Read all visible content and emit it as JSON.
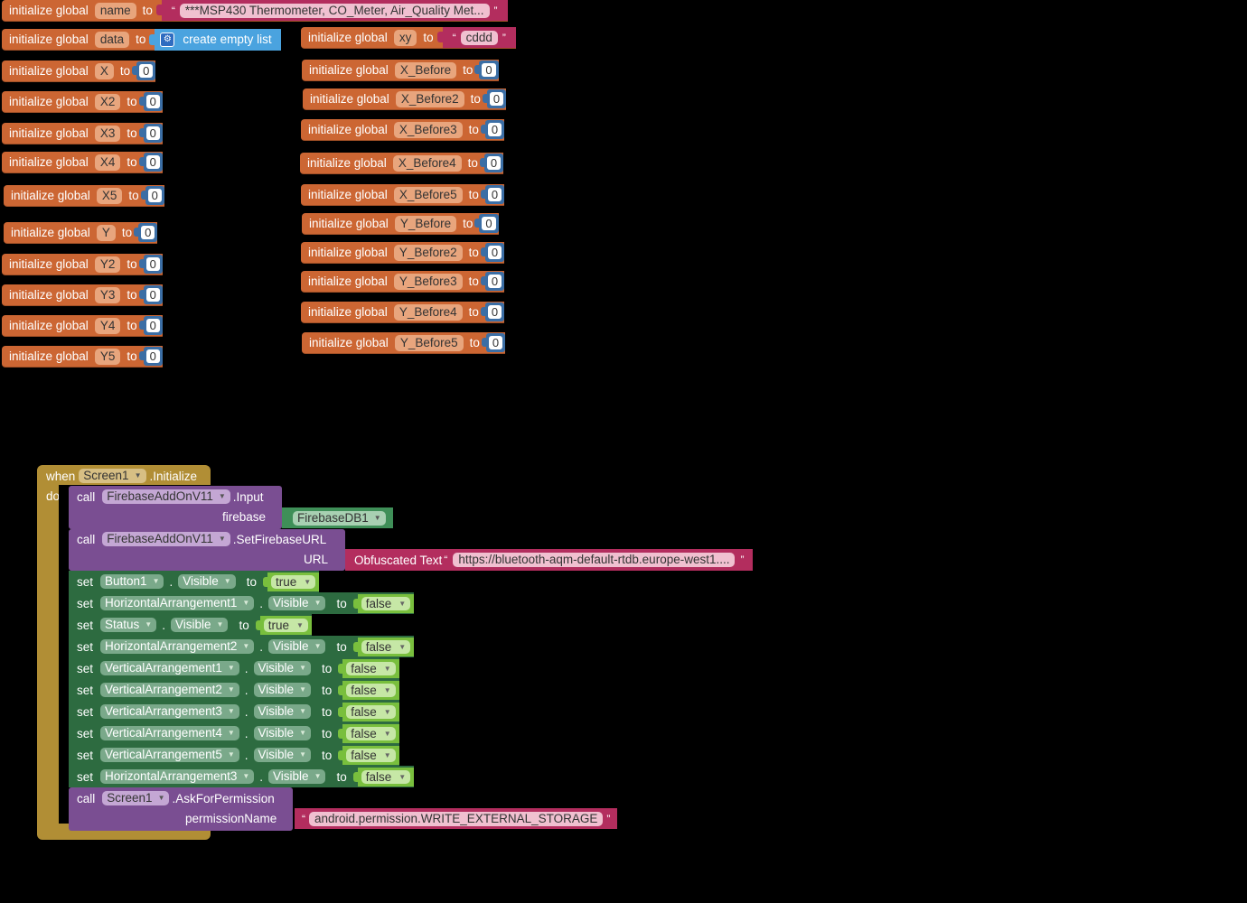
{
  "globals_left": [
    {
      "name": "name",
      "type": "string",
      "value": "***MSP430 Thermometer, CO_Meter, Air_Quality Met..."
    },
    {
      "name": "data",
      "type": "list",
      "value": "create empty list"
    },
    {
      "name": "X",
      "type": "number",
      "value": "0"
    },
    {
      "name": "X2",
      "type": "number",
      "value": "0"
    },
    {
      "name": "X3",
      "type": "number",
      "value": "0"
    },
    {
      "name": "X4",
      "type": "number",
      "value": "0"
    },
    {
      "name": "X5",
      "type": "number",
      "value": "0"
    },
    {
      "name": "Y",
      "type": "number",
      "value": "0"
    },
    {
      "name": "Y2",
      "type": "number",
      "value": "0"
    },
    {
      "name": "Y3",
      "type": "number",
      "value": "0"
    },
    {
      "name": "Y4",
      "type": "number",
      "value": "0"
    },
    {
      "name": "Y5",
      "type": "number",
      "value": "0"
    }
  ],
  "globals_right": [
    {
      "name": "xy",
      "type": "string",
      "value": "cddd"
    },
    {
      "name": "X_Before",
      "type": "number",
      "value": "0"
    },
    {
      "name": "X_Before2",
      "type": "number",
      "value": "0"
    },
    {
      "name": "X_Before3",
      "type": "number",
      "value": "0"
    },
    {
      "name": "X_Before4",
      "type": "number",
      "value": "0"
    },
    {
      "name": "X_Before5",
      "type": "number",
      "value": "0"
    },
    {
      "name": "Y_Before",
      "type": "number",
      "value": "0"
    },
    {
      "name": "Y_Before2",
      "type": "number",
      "value": "0"
    },
    {
      "name": "Y_Before3",
      "type": "number",
      "value": "0"
    },
    {
      "name": "Y_Before4",
      "type": "number",
      "value": "0"
    },
    {
      "name": "Y_Before5",
      "type": "number",
      "value": "0"
    }
  ],
  "labels": {
    "init": "initialize global",
    "to": "to",
    "when": "when",
    "do": "do",
    "call": "call",
    "set": "set",
    "dot": ".",
    "quote_open": "“",
    "quote_close": "”"
  },
  "event": {
    "component": "Screen1",
    "event_name": ".Initialize",
    "call1": {
      "component": "FirebaseAddOnV11",
      "method": ".Input",
      "arg_label": "firebase",
      "arg_value": "FirebaseDB1"
    },
    "call2": {
      "component": "FirebaseAddOnV11",
      "method": ".SetFirebaseURL",
      "arg_label": "URL",
      "arg_block": "Obfuscated Text",
      "arg_value": "https://bluetooth-aqm-default-rtdb.europe-west1...."
    },
    "sets": [
      {
        "component": "Button1",
        "property": "Visible",
        "value": "true"
      },
      {
        "component": "HorizontalArrangement1",
        "property": "Visible",
        "value": "false"
      },
      {
        "component": "Status",
        "property": "Visible",
        "value": "true"
      },
      {
        "component": "HorizontalArrangement2",
        "property": "Visible",
        "value": "false"
      },
      {
        "component": "VerticalArrangement1",
        "property": "Visible",
        "value": "false"
      },
      {
        "component": "VerticalArrangement2",
        "property": "Visible",
        "value": "false"
      },
      {
        "component": "VerticalArrangement3",
        "property": "Visible",
        "value": "false"
      },
      {
        "component": "VerticalArrangement4",
        "property": "Visible",
        "value": "false"
      },
      {
        "component": "VerticalArrangement5",
        "property": "Visible",
        "value": "false"
      },
      {
        "component": "HorizontalArrangement3",
        "property": "Visible",
        "value": "false"
      }
    ],
    "call3": {
      "component": "Screen1",
      "method": ".AskForPermission",
      "arg_label": "permissionName",
      "arg_value": "android.permission.WRITE_EXTERNAL_STORAGE"
    }
  },
  "colors": {
    "variable": "#cc6633",
    "math": "#3b6ea5",
    "text": "#b32d5e",
    "list": "#4aa3df",
    "event": "#b18e35",
    "component_method": "#7a4e92",
    "setter": "#2d6b40",
    "logic": "#79bf3d",
    "component": "#3f8f58"
  }
}
